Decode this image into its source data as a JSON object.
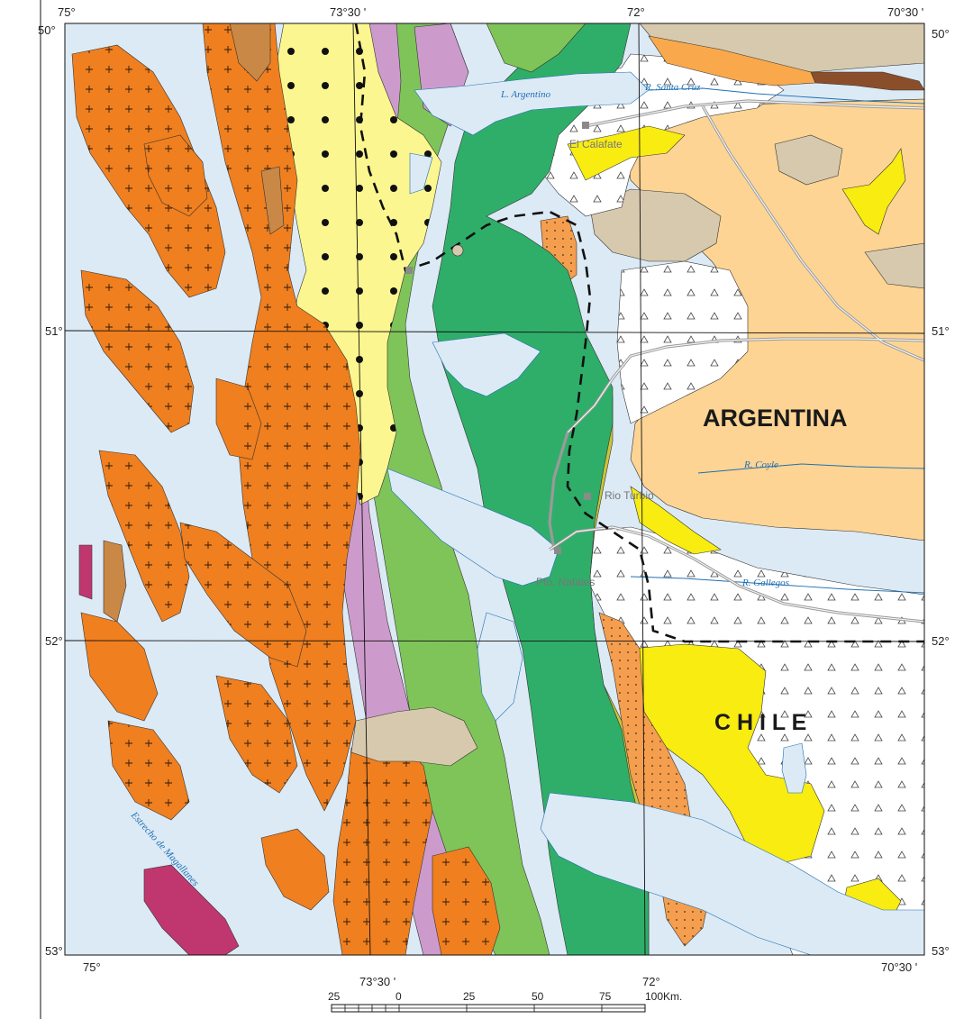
{
  "map": {
    "lon_labels_top": [
      "75°",
      "73°30 '",
      "72°",
      "70°30 '"
    ],
    "lon_labels_bottom": [
      "75°",
      "73°30 '",
      "72°",
      "70°30 '"
    ],
    "lat_labels_left": [
      "50°",
      "51°",
      "52°",
      "53°"
    ],
    "lat_labels_right": [
      "50°",
      "51°",
      "52°",
      "53°"
    ],
    "countries": {
      "argentina": "ARGENTINA",
      "chile": "C H I L E"
    },
    "water_labels": {
      "lago_argentino": "L. Argentino",
      "santa_cruz": "R. Santa Cruz",
      "coyle": "R. Coyle",
      "gallegos": "R. Gallegos",
      "magallanes": "Estrecho de Magallanes"
    },
    "towns": {
      "calafate": "El Calafate",
      "rio_turbio": "Rio Turbio",
      "natales": "Pto. Natales"
    },
    "scale_bar": {
      "labels": [
        "25",
        "0",
        "25",
        "50",
        "75",
        "100Km."
      ]
    },
    "colors": {
      "sea": "#dceaf5",
      "granite": "#f07f1f",
      "dark_green": "#2fae69",
      "light_green": "#7fc459",
      "lilac": "#cc9bcb",
      "yellow_light": "#fbf68f",
      "yellow": "#f8ec11",
      "tan": "#d7c9ad",
      "peach": "#fdd493",
      "olive": "#c9c43a",
      "brown": "#c98846",
      "magenta": "#c0376f",
      "dark_brown": "#8a4f2a"
    }
  }
}
